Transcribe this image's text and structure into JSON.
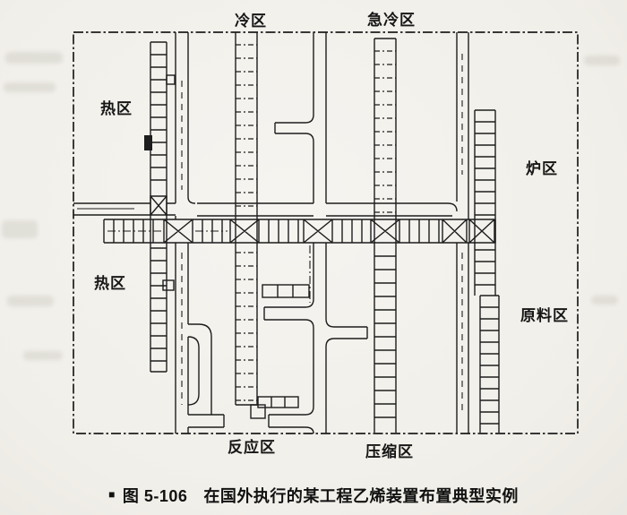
{
  "palette": {
    "ink": "#1d1d1d",
    "paper": "#f3f1ec"
  },
  "zones": {
    "cold": {
      "label": "冷区"
    },
    "quench": {
      "label": "急冷区"
    },
    "hot_upper": {
      "label": "热区"
    },
    "furnace": {
      "label": "炉区"
    },
    "hot_lower": {
      "label": "热区"
    },
    "raw_material": {
      "label": "原料区"
    },
    "reaction": {
      "label": "反应区"
    },
    "compression": {
      "label": "压缩区"
    }
  },
  "figure": {
    "marker": "■",
    "number": "图 5-106",
    "title": "在国外执行的某工程乙烯装置布置典型实例"
  }
}
